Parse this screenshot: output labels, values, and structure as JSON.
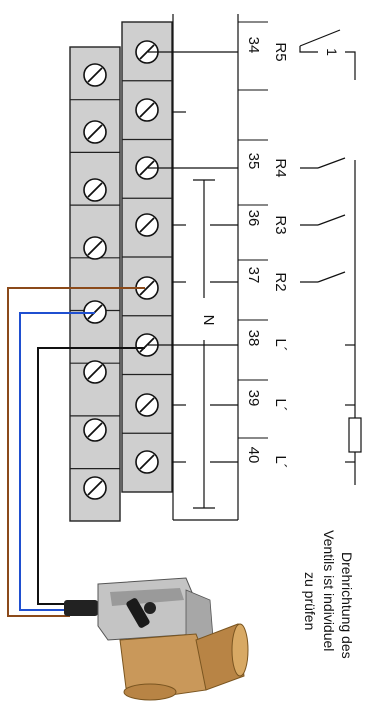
{
  "terminals": [
    {
      "number": "34",
      "relay": "R5"
    },
    {
      "number": "35",
      "relay": "R4"
    },
    {
      "number": "36",
      "relay": "R3"
    },
    {
      "number": "37",
      "relay": "R2"
    },
    {
      "number": "38",
      "relay": "L´"
    },
    {
      "number": "39",
      "relay": "L´"
    },
    {
      "number": "40",
      "relay": "L´"
    }
  ],
  "neutral_label": "N",
  "switch_label": "1",
  "note": {
    "line1": "Drehrichtung des",
    "line2": "Ventils ist individuel",
    "line3": "zu prüfen"
  },
  "colors": {
    "terminal_fill": "#cfcfcf",
    "wire_brown": "#8b4a1a",
    "wire_blue": "#1f4fd0",
    "wire_black": "#111111",
    "valve_brass": "#c9985a",
    "actuator_gray": "#bdbdbd"
  }
}
